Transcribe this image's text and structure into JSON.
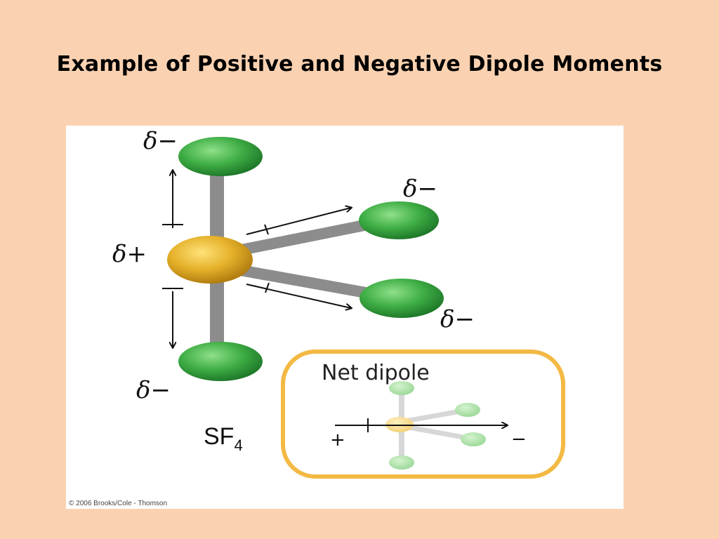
{
  "slide": {
    "title": "Example of Positive and Negative Dipole Moments"
  },
  "figure": {
    "molecule_label": "SF",
    "molecule_subscript": "4",
    "charge_labels": {
      "top": "δ−",
      "upper_right": "δ−",
      "center": "δ+",
      "lower_right": "δ−",
      "bottom": "δ−"
    },
    "inset": {
      "title": "Net dipole",
      "plus_sign": "+",
      "minus_sign": "−"
    },
    "copyright": "© 2006 Brooks/Cole - Thomson",
    "colors": {
      "central_atom": "#e5b12a",
      "outer_atom": "#3fae45",
      "bond": "#8c8c8c",
      "inset_border": "#f3b943",
      "background": "#fbd2b1"
    }
  }
}
